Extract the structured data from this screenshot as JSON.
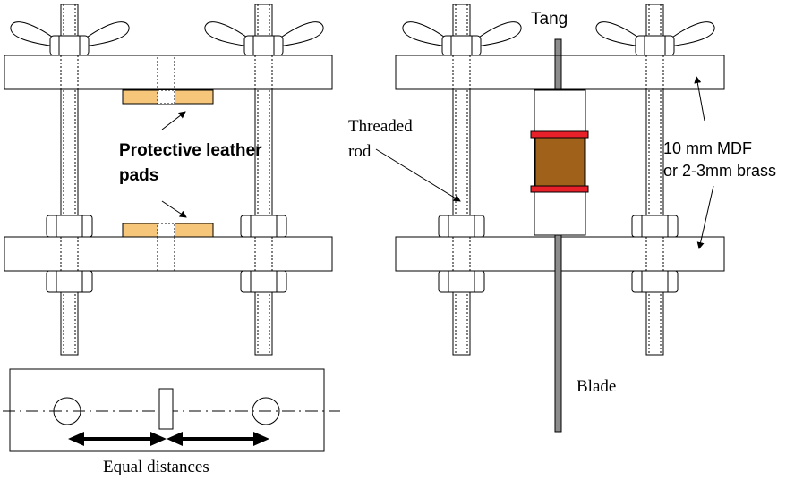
{
  "labels": {
    "protective_line1": "Protective leather",
    "protective_line2": "pads",
    "tang": "Tang",
    "threaded_line1": "Threaded",
    "threaded_line2": "rod",
    "mdf_line1": "10 mm MDF",
    "mdf_line2": "or 2-3mm brass",
    "blade": "Blade",
    "equal_distances": "Equal distances"
  },
  "colors": {
    "leather_pad": "#f6c77a",
    "handle_wood": "#a0621a",
    "spacer_red": "#e8202a",
    "blade_grey": "#8c8c8c",
    "outline": "#000000"
  }
}
